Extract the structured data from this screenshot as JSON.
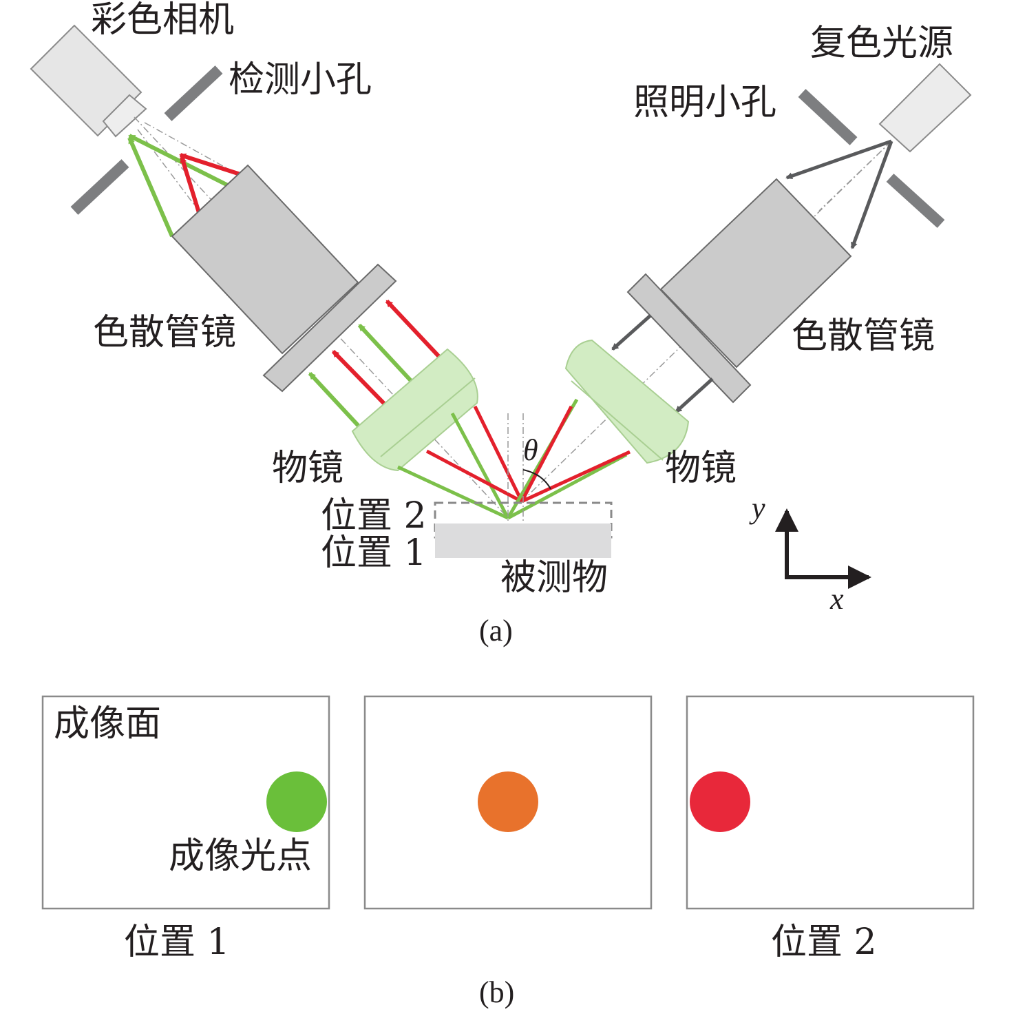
{
  "part_a": {
    "caption": "(a)",
    "labels": {
      "color_camera": "彩色相机",
      "detection_pinhole": "检测小孔",
      "polychromatic_source": "复色光源",
      "illumination_pinhole": "照明小孔",
      "dispersive_tube_lens_left": "色散管镜",
      "dispersive_tube_lens_right": "色散管镜",
      "objective_left": "物镜",
      "objective_right": "物镜",
      "position_2": "位置 2",
      "position_1": "位置 1",
      "object": "被测物",
      "theta": "θ",
      "axis_x": "x",
      "axis_y": "y"
    }
  },
  "part_b": {
    "caption": "(b)",
    "panel_title": "成像面",
    "spot_label": "成像光点",
    "panel_1_label": "位置 1",
    "panel_3_label": "位置 2"
  },
  "colors": {
    "green": "#6abf3a",
    "orange": "#e8722c",
    "red": "#e8283a",
    "ray_red": "#e3202c",
    "ray_green": "#7cc04a",
    "ray_gray": "#595a5c",
    "body_gray": "#cbcbcb",
    "lens_green": "#d2ecc3"
  }
}
